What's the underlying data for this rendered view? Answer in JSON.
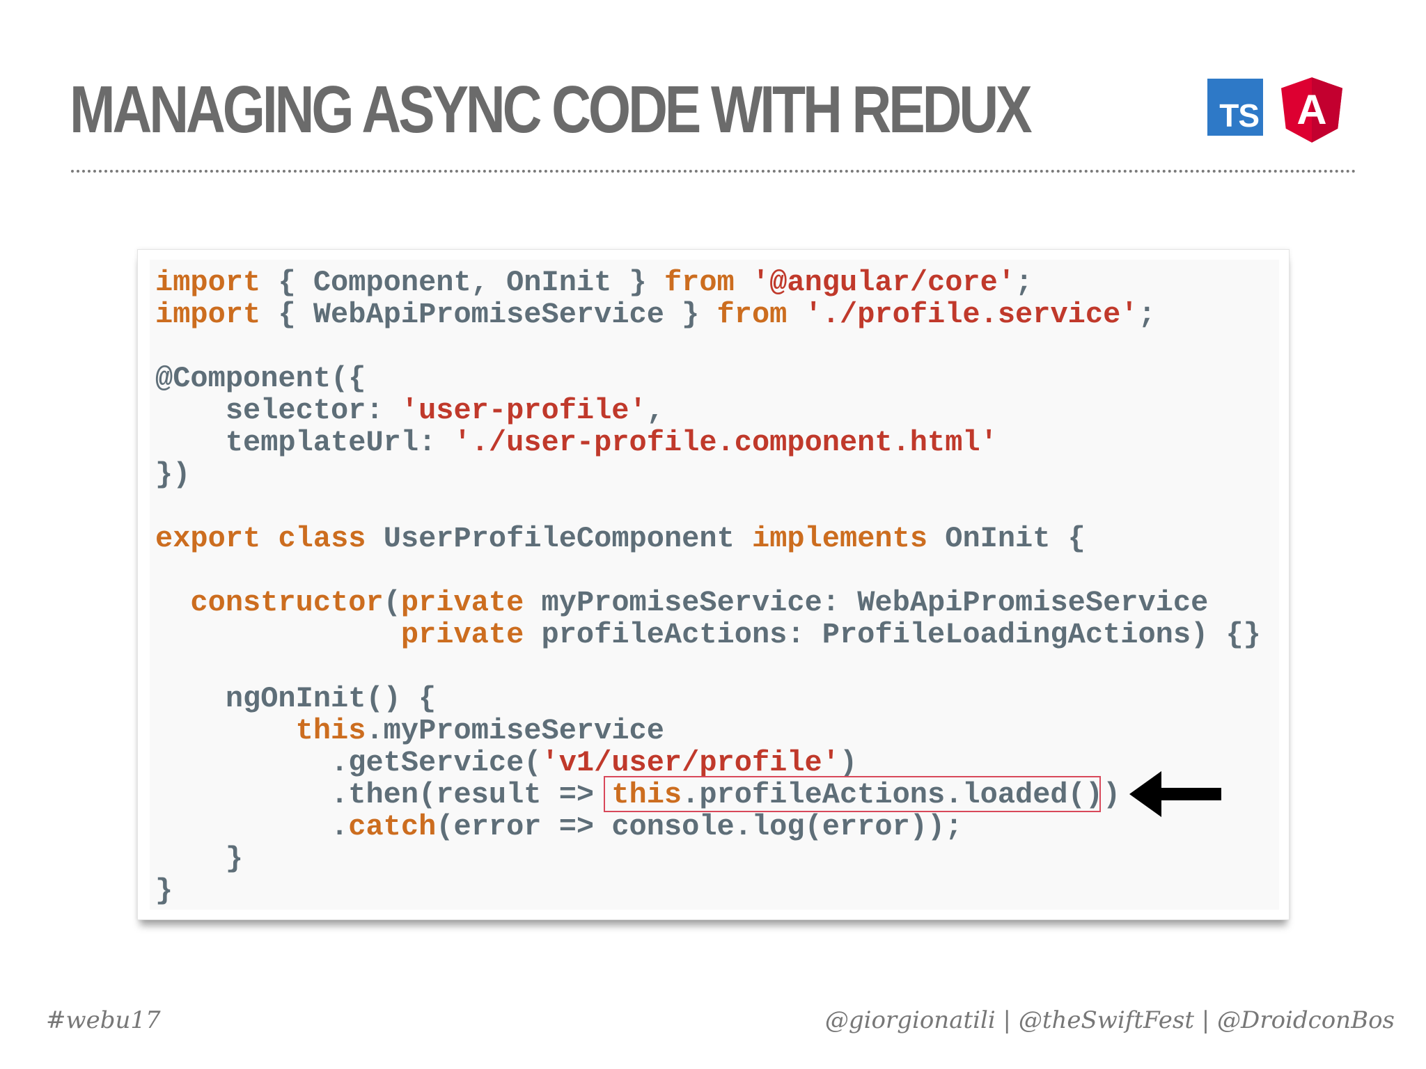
{
  "slide": {
    "title": "MANAGING ASYNC CODE WITH REDUX",
    "logos": {
      "typescript_label": "TS",
      "angular_label": "A"
    }
  },
  "code": {
    "lines": [
      [
        {
          "t": "import",
          "c": "kw"
        },
        {
          "t": " { Component, OnInit } ",
          "c": ""
        },
        {
          "t": "from",
          "c": "kw"
        },
        {
          "t": " ",
          "c": ""
        },
        {
          "t": "'@angular/core'",
          "c": "str"
        },
        {
          "t": ";",
          "c": ""
        }
      ],
      [
        {
          "t": "import",
          "c": "kw"
        },
        {
          "t": " { WebApiPromiseService } ",
          "c": ""
        },
        {
          "t": "from",
          "c": "kw"
        },
        {
          "t": " ",
          "c": ""
        },
        {
          "t": "'./profile.service'",
          "c": "str"
        },
        {
          "t": ";",
          "c": ""
        }
      ],
      [
        {
          "t": "@Component({",
          "c": ""
        }
      ],
      [
        {
          "t": "    selector: ",
          "c": ""
        },
        {
          "t": "'user-profile'",
          "c": "str"
        },
        {
          "t": ",",
          "c": ""
        }
      ],
      [
        {
          "t": "    templateUrl: ",
          "c": ""
        },
        {
          "t": "'./user-profile.component.html'",
          "c": "str"
        }
      ],
      [
        {
          "t": "})",
          "c": ""
        }
      ],
      [
        {
          "t": "export",
          "c": "kw"
        },
        {
          "t": " ",
          "c": ""
        },
        {
          "t": "class",
          "c": "kw"
        },
        {
          "t": " UserProfileComponent ",
          "c": ""
        },
        {
          "t": "implements",
          "c": "kw"
        },
        {
          "t": " OnInit {",
          "c": ""
        }
      ],
      [
        {
          "t": "  ",
          "c": ""
        },
        {
          "t": "constructor",
          "c": "kw"
        },
        {
          "t": "(",
          "c": ""
        },
        {
          "t": "private",
          "c": "kw"
        },
        {
          "t": " myPromiseService: WebApiPromiseService",
          "c": ""
        }
      ],
      [
        {
          "t": "              ",
          "c": ""
        },
        {
          "t": "private",
          "c": "kw"
        },
        {
          "t": " profileActions: ProfileLoadingActions) {}",
          "c": ""
        }
      ],
      [
        {
          "t": "    ngOnInit() {",
          "c": ""
        }
      ],
      [
        {
          "t": "        ",
          "c": ""
        },
        {
          "t": "this",
          "c": "kw"
        },
        {
          "t": ".myPromiseService",
          "c": ""
        }
      ],
      [
        {
          "t": "          .getService(",
          "c": ""
        },
        {
          "t": "'v1/user/profile'",
          "c": "str"
        },
        {
          "t": ")",
          "c": ""
        }
      ],
      [
        {
          "t": "          .then(result => ",
          "c": ""
        },
        {
          "t": "this",
          "c": "kw"
        },
        {
          "t": ".profileActions.loaded())",
          "c": ""
        }
      ],
      [
        {
          "t": "          .",
          "c": ""
        },
        {
          "t": "catch",
          "c": "kw"
        },
        {
          "t": "(error => console.log(error));",
          "c": ""
        }
      ],
      [
        {
          "t": "    }",
          "c": ""
        }
      ],
      [
        {
          "t": "}",
          "c": ""
        }
      ]
    ]
  },
  "footer": {
    "hashtag": "#webu17",
    "handles": "@giorgionatili | @theSwiftFest | @DroidconBos"
  },
  "colors": {
    "keyword": "#cc6d1f",
    "string": "#c0392b",
    "plain": "#5e6e78",
    "highlight": "#d8485a",
    "typescript": "#2e79c7",
    "angular": "#dd0031"
  },
  "icons": [
    "typescript-logo-icon",
    "angular-logo-icon",
    "left-arrow-icon"
  ]
}
